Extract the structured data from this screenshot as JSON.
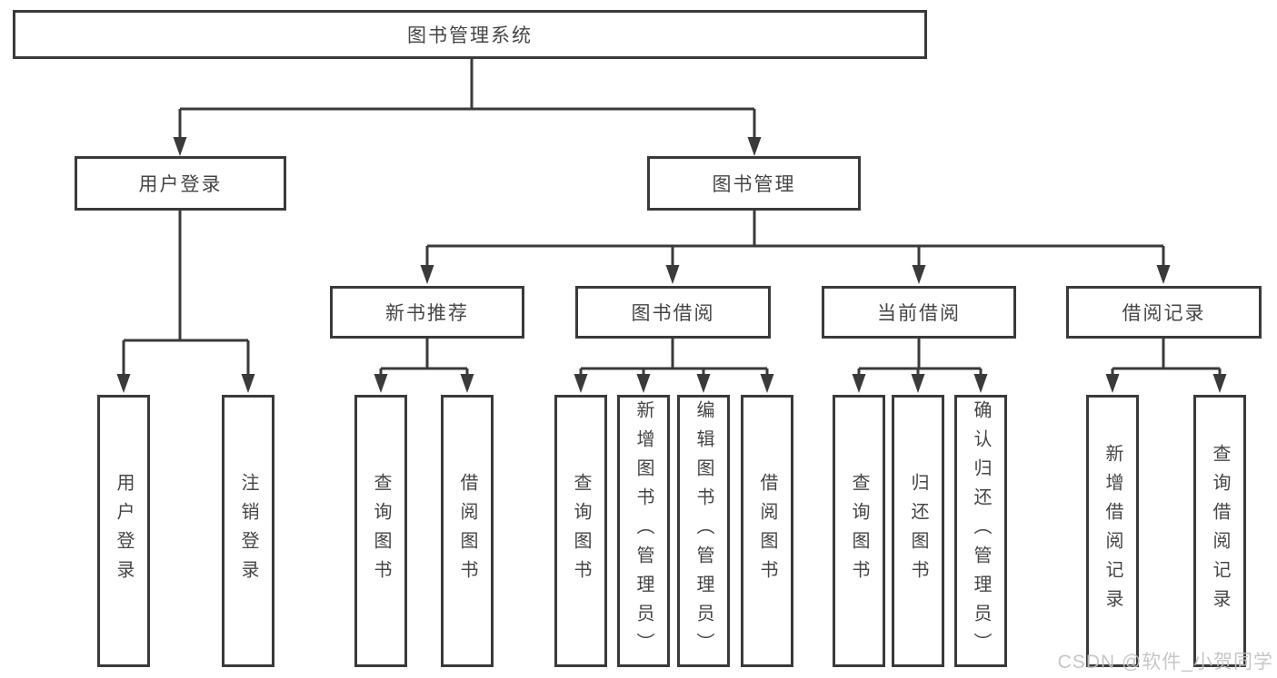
{
  "tree": {
    "label": "图书管理系统",
    "children": [
      {
        "label": "用户登录",
        "children": [
          {
            "label": "用户登录"
          },
          {
            "label": "注销登录"
          }
        ]
      },
      {
        "label": "图书管理",
        "children": [
          {
            "label": "新书推荐",
            "children": [
              {
                "label": "查询图书"
              },
              {
                "label": "借阅图书"
              }
            ]
          },
          {
            "label": "图书借阅",
            "children": [
              {
                "label": "查询图书"
              },
              {
                "label": "新增图书（管理员）"
              },
              {
                "label": "编辑图书（管理员）"
              },
              {
                "label": "借阅图书"
              }
            ]
          },
          {
            "label": "当前借阅",
            "children": [
              {
                "label": "查询图书"
              },
              {
                "label": "归还图书"
              },
              {
                "label": "确认归还（管理员）"
              }
            ]
          },
          {
            "label": "借阅记录",
            "children": [
              {
                "label": "新增借阅记录"
              },
              {
                "label": "查询借阅记录"
              }
            ]
          }
        ]
      }
    ]
  },
  "watermark": {
    "text": "CSDN @软件_小贺同学"
  },
  "colors": {
    "line": "#3a3a3a",
    "text": "#454545",
    "background": "#ffffff",
    "watermark": "#c1c1c1"
  }
}
